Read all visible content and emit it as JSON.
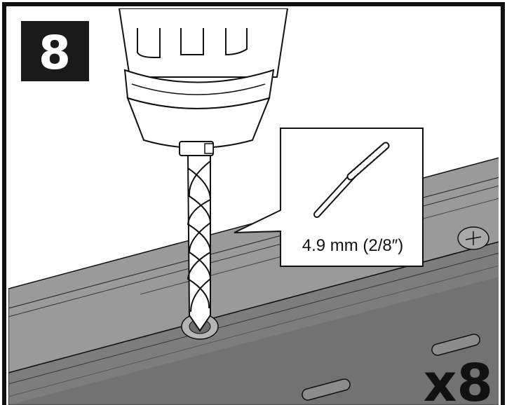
{
  "step": {
    "number": "8"
  },
  "callout": {
    "drill_bit_size": "4.9 mm (2/8″)"
  },
  "multiplier": {
    "label": "x8"
  },
  "colors": {
    "rail_top": "#9a9a9a",
    "rail_front": "#7d7d7d",
    "rail_dark": "#5e5e5e",
    "drill_body": "#ffffff",
    "outline": "#111111",
    "badge_bg": "#1a1a1a"
  },
  "icons": [
    "step-badge",
    "drill-icon",
    "drill-bit-icon",
    "screw-icon",
    "hole-icon"
  ]
}
